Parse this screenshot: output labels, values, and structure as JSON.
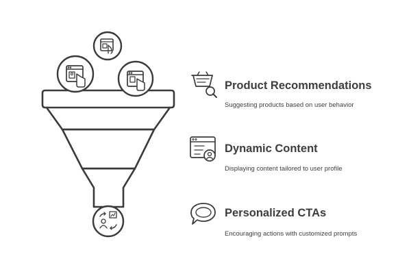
{
  "colors": {
    "stroke": "#3a3a3a",
    "fill": "#ffffff",
    "text": "#3d3d3d"
  },
  "funnel": {
    "stages": 3,
    "top_icons": [
      "webpage-click-icon",
      "webpage-click-icon",
      "webpage-click-icon"
    ],
    "output_icon": "user-growth-icon"
  },
  "items": [
    {
      "title": "Product Recommendations",
      "description": "Suggesting products based on user behavior",
      "icon": "basket-search-icon"
    },
    {
      "title": "Dynamic Content",
      "description": "Displaying content tailored to user profile",
      "icon": "profile-window-icon"
    },
    {
      "title": "Personalized CTAs",
      "description": "Encouraging actions with customized prompts",
      "icon": "speech-bubble-icon"
    }
  ]
}
